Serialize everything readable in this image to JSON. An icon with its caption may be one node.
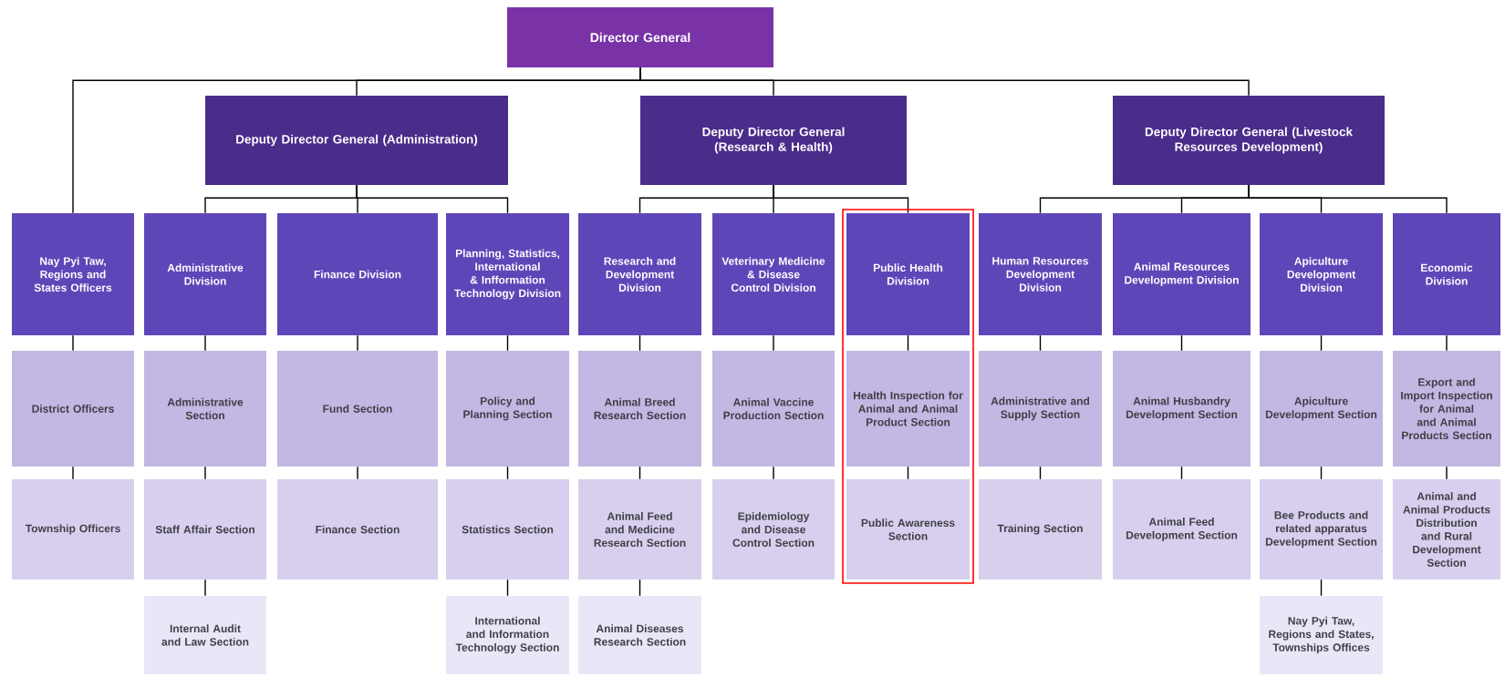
{
  "diagram": {
    "nodes": [
      {
        "text": [
          "Director General"
        ]
      },
      {
        "text": [
          "Deputy Director General (Administration)"
        ]
      },
      {
        "text": [
          "Deputy Director General (Research & Health)"
        ]
      },
      {
        "text": [
          "Deputy Director General (Livestock Resources Development)"
        ]
      },
      {
        "text": [
          "Nay Pyi Taw, Regions and States Officers"
        ]
      },
      {
        "text": [
          "Administrative Division"
        ]
      },
      {
        "text": [
          "Finance Division"
        ]
      },
      {
        "text": [
          "Planning, Statistics, International & Infformation Technology Division"
        ]
      },
      {
        "text": [
          "Research and Development Division"
        ]
      },
      {
        "text": [
          "Veterinary Medicine & Disease Control Division"
        ]
      },
      {
        "text": [
          "Public Health Division"
        ]
      },
      {
        "text": [
          "Human Resources Development Division"
        ]
      },
      {
        "text": [
          "Animal Resources Development Division"
        ]
      },
      {
        "text": [
          "Apiculture Development Division"
        ]
      },
      {
        "text": [
          "Economic Division"
        ]
      },
      {
        "text": [
          "District Officers"
        ]
      },
      {
        "text": [
          "Administrative Section"
        ]
      },
      {
        "text": [
          "Fund Section"
        ]
      },
      {
        "text": [
          "Policy and Planning Section"
        ]
      },
      {
        "text": [
          "Animal Breed Research Section"
        ]
      },
      {
        "text": [
          "Animal Vaccine Production Section"
        ]
      },
      {
        "text": [
          "Health Inspection for Animal and Animal Product Section"
        ]
      },
      {
        "text": [
          "Administrative and Supply Section"
        ]
      },
      {
        "text": [
          "Animal Husbandry Development Section"
        ]
      },
      {
        "text": [
          "Apiculture Development Section"
        ]
      },
      {
        "text": [
          "Export and Import Inspection for Animal and Animal Products Section"
        ]
      },
      {
        "text": [
          "Township Officers"
        ]
      },
      {
        "text": [
          "Staff Affair Section"
        ]
      },
      {
        "text": [
          "Finance Section"
        ]
      },
      {
        "text": [
          "Statistics Section"
        ]
      },
      {
        "text": [
          "Animal Feed and Medicine Research Section"
        ]
      },
      {
        "text": [
          "Epidemiology and Disease Control Section"
        ]
      },
      {
        "text": [
          "Public Awareness Section"
        ]
      },
      {
        "text": [
          "Training Section"
        ]
      },
      {
        "text": [
          "Animal Feed Development Section"
        ]
      },
      {
        "text": [
          "Bee Products and related apparatus Development Section"
        ]
      },
      {
        "text": [
          "Animal and Animal Products Distribution and Rural Development Section"
        ]
      },
      {
        "text": [
          "Internal Audit and Law Section"
        ]
      },
      {
        "text": [
          "International and Information Technology Section"
        ]
      },
      {
        "text": [
          "Animal Diseases Research Section"
        ]
      },
      {
        "text": [
          "Nay Pyi Taw, Regions and States, Townships Offices"
        ]
      }
    ],
    "edges": [
      {
        "from": 0,
        "to": 4,
        "arrow": "none"
      },
      {
        "from": 0,
        "to": 1,
        "arrow": "none"
      },
      {
        "from": 0,
        "to": 2,
        "arrow": "none"
      },
      {
        "from": 0,
        "to": 3,
        "arrow": "none"
      },
      {
        "from": 1,
        "to": 5,
        "arrow": "none"
      },
      {
        "from": 1,
        "to": 6,
        "arrow": "none"
      },
      {
        "from": 1,
        "to": 7,
        "arrow": "none"
      },
      {
        "from": 2,
        "to": 8,
        "arrow": "none"
      },
      {
        "from": 2,
        "to": 9,
        "arrow": "none"
      },
      {
        "from": 2,
        "to": 10,
        "arrow": "none"
      },
      {
        "from": 3,
        "to": 11,
        "arrow": "none"
      },
      {
        "from": 3,
        "to": 12,
        "arrow": "none"
      },
      {
        "from": 3,
        "to": 13,
        "arrow": "none"
      },
      {
        "from": 3,
        "to": 14,
        "arrow": "none"
      },
      {
        "from": 4,
        "to": 15,
        "arrow": "none"
      },
      {
        "from": 5,
        "to": 16,
        "arrow": "none"
      },
      {
        "from": 6,
        "to": 17,
        "arrow": "none"
      },
      {
        "from": 7,
        "to": 18,
        "arrow": "none"
      },
      {
        "from": 8,
        "to": 19,
        "arrow": "none"
      },
      {
        "from": 9,
        "to": 20,
        "arrow": "none"
      },
      {
        "from": 10,
        "to": 21,
        "arrow": "none"
      },
      {
        "from": 11,
        "to": 22,
        "arrow": "none"
      },
      {
        "from": 12,
        "to": 23,
        "arrow": "none"
      },
      {
        "from": 13,
        "to": 24,
        "arrow": "none"
      },
      {
        "from": 14,
        "to": 25,
        "arrow": "none"
      },
      {
        "from": 15,
        "to": 26,
        "arrow": "none"
      },
      {
        "from": 16,
        "to": 27,
        "arrow": "none"
      },
      {
        "from": 17,
        "to": 28,
        "arrow": "none"
      },
      {
        "from": 18,
        "to": 29,
        "arrow": "none"
      },
      {
        "from": 19,
        "to": 30,
        "arrow": "none"
      },
      {
        "from": 20,
        "to": 31,
        "arrow": "none"
      },
      {
        "from": 21,
        "to": 32,
        "arrow": "none"
      },
      {
        "from": 22,
        "to": 33,
        "arrow": "none"
      },
      {
        "from": 23,
        "to": 34,
        "arrow": "none"
      },
      {
        "from": 24,
        "to": 35,
        "arrow": "none"
      },
      {
        "from": 25,
        "to": 36,
        "arrow": "none"
      },
      {
        "from": 27,
        "to": 37,
        "arrow": "none"
      },
      {
        "from": 29,
        "to": 38,
        "arrow": "none"
      },
      {
        "from": 30,
        "to": 39,
        "arrow": "none"
      },
      {
        "from": 35,
        "to": 40,
        "arrow": "none"
      }
    ]
  }
}
